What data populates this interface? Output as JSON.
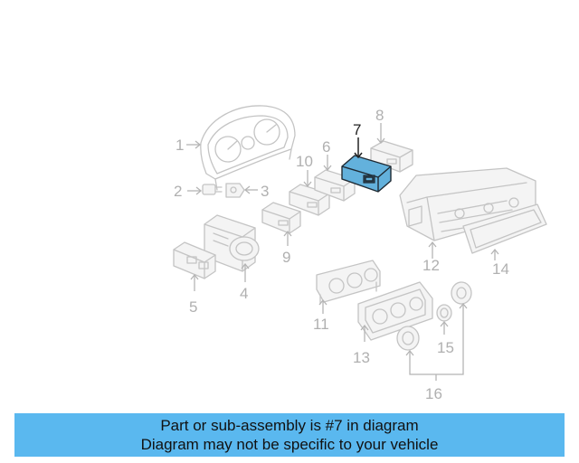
{
  "diagram": {
    "highlighted_part": "7",
    "highlight_color": "#63b1dc",
    "callouts": [
      "1",
      "2",
      "3",
      "4",
      "5",
      "6",
      "7",
      "8",
      "9",
      "10",
      "11",
      "12",
      "13",
      "14",
      "15",
      "16"
    ]
  },
  "banner": {
    "line1": "Part or sub-assembly is #7 in diagram",
    "line2": "Diagram may not be specific to your vehicle",
    "background": "#5ab8ef"
  }
}
